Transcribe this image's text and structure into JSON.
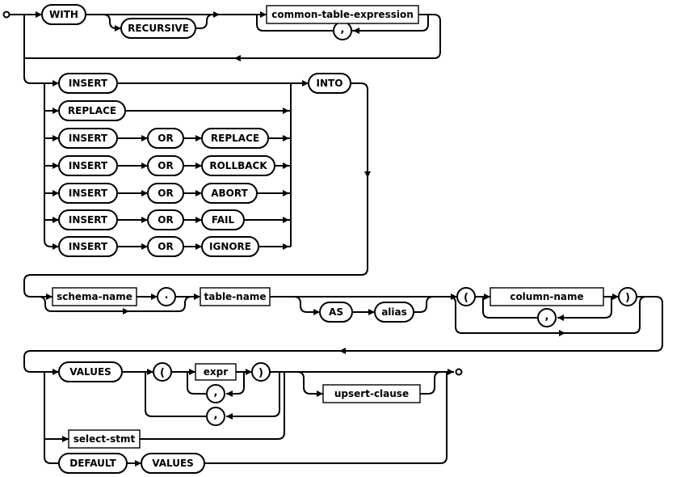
{
  "diagram": {
    "kind": "railroad-syntax-diagram",
    "statement": "insert-stmt",
    "keywords": {
      "with": "WITH",
      "recursive": "RECURSIVE",
      "insert": "INSERT",
      "replace": "REPLACE",
      "or": "OR",
      "rollback": "ROLLBACK",
      "abort": "ABORT",
      "fail": "FAIL",
      "ignore": "IGNORE",
      "into": "INTO",
      "as": "AS",
      "values": "VALUES",
      "default": "DEFAULT"
    },
    "nonterminals": {
      "common_table_expression": "common-table-expression",
      "schema_name": "schema-name",
      "table_name": "table-name",
      "column_name": "column-name",
      "expr": "expr",
      "upsert_clause": "upsert-clause",
      "select_stmt": "select-stmt",
      "alias": "alias"
    },
    "punctuation": {
      "comma": ",",
      "dot": ".",
      "lparen": "(",
      "rparen": ")"
    },
    "colors": {
      "line": "#000000",
      "box_fill": "#ffffff",
      "background": "#ffffff"
    }
  }
}
